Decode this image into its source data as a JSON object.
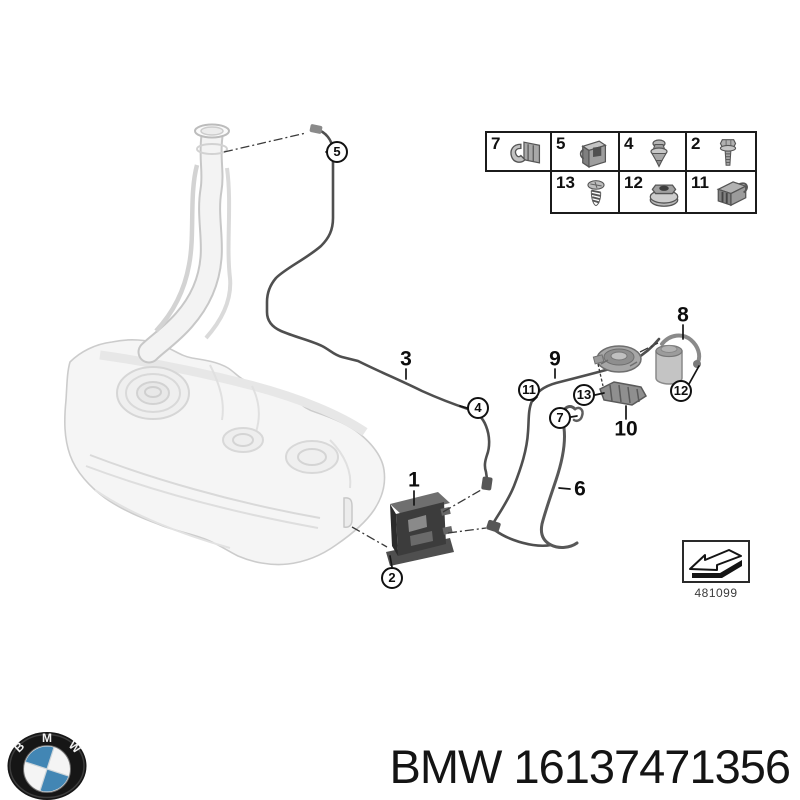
{
  "page": {
    "background": "#ffffff"
  },
  "legend": {
    "cells": [
      {
        "number": "7",
        "icon": "clamp-clip-icon"
      },
      {
        "number": "5",
        "icon": "holder-clip-icon"
      },
      {
        "number": "4",
        "icon": "expanding-rivet-icon"
      },
      {
        "number": "2",
        "icon": "hex-bolt-icon"
      },
      {
        "number": "13",
        "icon": "countersunk-screw-icon"
      },
      {
        "number": "12",
        "icon": "plastic-nut-icon"
      },
      {
        "number": "11",
        "icon": "spring-clip-icon"
      }
    ]
  },
  "callouts": {
    "bold": [
      {
        "number": "1"
      },
      {
        "number": "3"
      },
      {
        "number": "6"
      },
      {
        "number": "8"
      },
      {
        "number": "9"
      },
      {
        "number": "10"
      }
    ],
    "circled": [
      {
        "number": "2"
      },
      {
        "number": "4"
      },
      {
        "number": "5"
      },
      {
        "number": "7"
      },
      {
        "number": "11"
      },
      {
        "number": "12"
      },
      {
        "number": "13"
      }
    ]
  },
  "stamp": {
    "diagram_code": "481099",
    "arrow_icon": "view-direction-arrow-icon"
  },
  "footer": {
    "part_number": "BMW 16137471356",
    "logo": {
      "letter_b": "B",
      "letter_m": "M",
      "letter_w": "W"
    },
    "colors": {
      "roundel_blue": "#4286b4",
      "roundel_dark": "#161616"
    }
  },
  "diagram": {
    "line_color": "#4f4f4f",
    "tank_color": "#f4f4f4"
  }
}
